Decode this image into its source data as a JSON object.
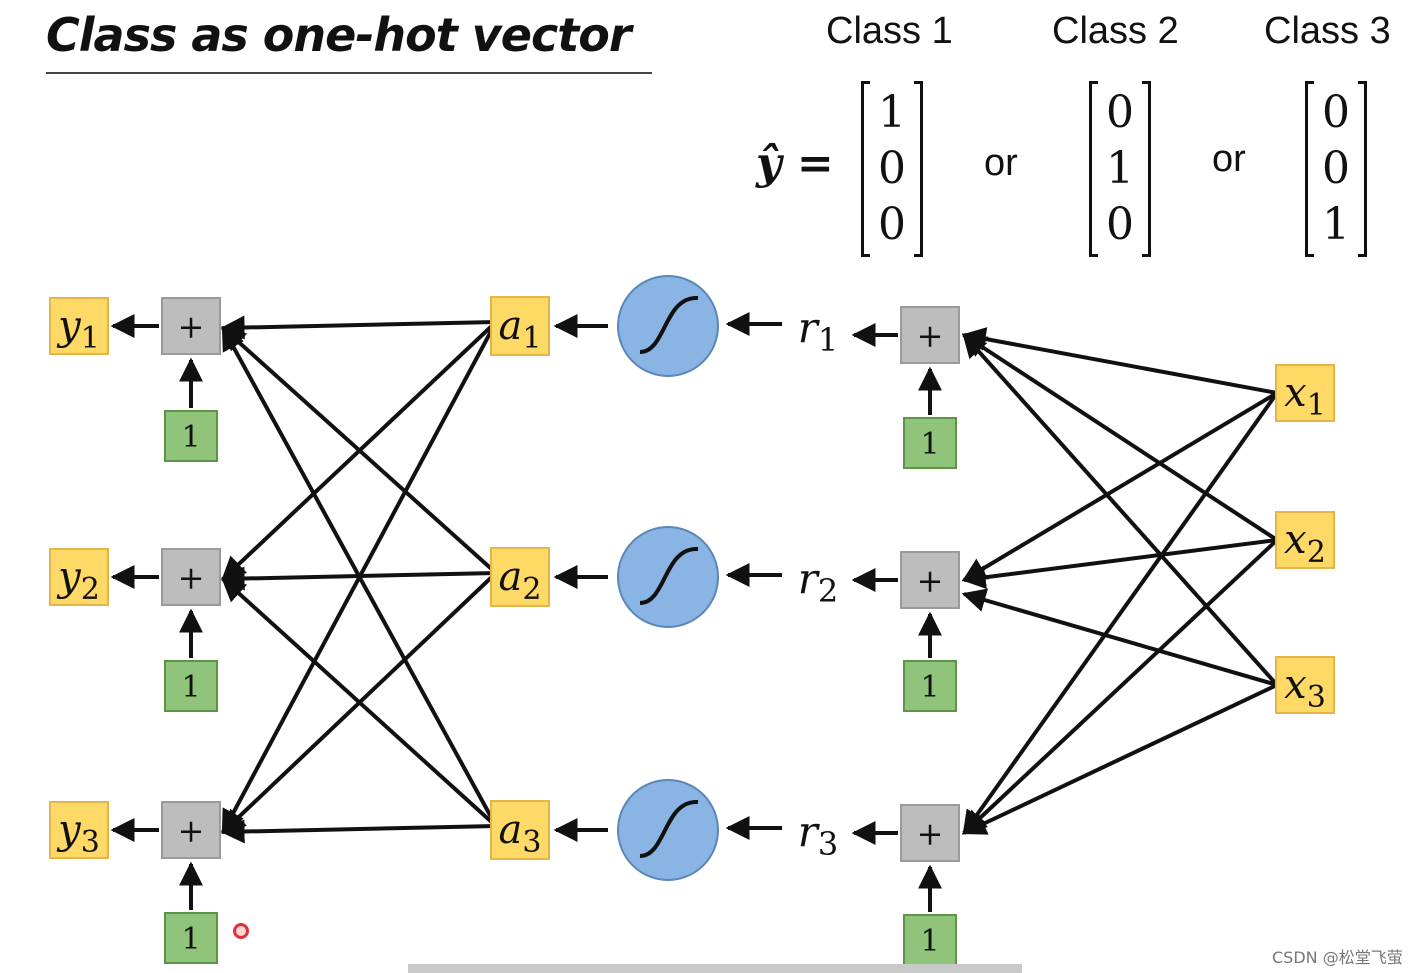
{
  "slide": {
    "title": "Class as one-hot vector"
  },
  "classes": [
    {
      "label": "Class 1",
      "vector": [
        "1",
        "0",
        "0"
      ]
    },
    {
      "label": "Class 2",
      "vector": [
        "0",
        "1",
        "0"
      ]
    },
    {
      "label": "Class 3",
      "vector": [
        "0",
        "0",
        "1"
      ]
    }
  ],
  "equation": {
    "lhs": "ŷ =",
    "or_1": "or",
    "or_2": "or"
  },
  "network": {
    "output_nodes": [
      {
        "base": "y",
        "sub": "1"
      },
      {
        "base": "y",
        "sub": "2"
      },
      {
        "base": "y",
        "sub": "3"
      }
    ],
    "hidden_activations": [
      {
        "base": "a",
        "sub": "1"
      },
      {
        "base": "a",
        "sub": "2"
      },
      {
        "base": "a",
        "sub": "3"
      }
    ],
    "pre_activations": [
      {
        "base": "r",
        "sub": "1"
      },
      {
        "base": "r",
        "sub": "2"
      },
      {
        "base": "r",
        "sub": "3"
      }
    ],
    "input_nodes": [
      {
        "base": "x",
        "sub": "1"
      },
      {
        "base": "x",
        "sub": "2"
      },
      {
        "base": "x",
        "sub": "3"
      }
    ],
    "sum_symbol": "+",
    "bias_value": "1"
  },
  "colors": {
    "node_fill": "#ffd966",
    "node_border": "#e6b44a",
    "sum_fill": "#bdbdbd",
    "bias_fill": "#8fc47a",
    "bias_border": "#5e9447",
    "sigmoid_fill": "#8ab4e3",
    "sigmoid_border": "#5b86b8",
    "arrow": "#111111"
  },
  "watermark": "CSDN @松堂飞萤"
}
